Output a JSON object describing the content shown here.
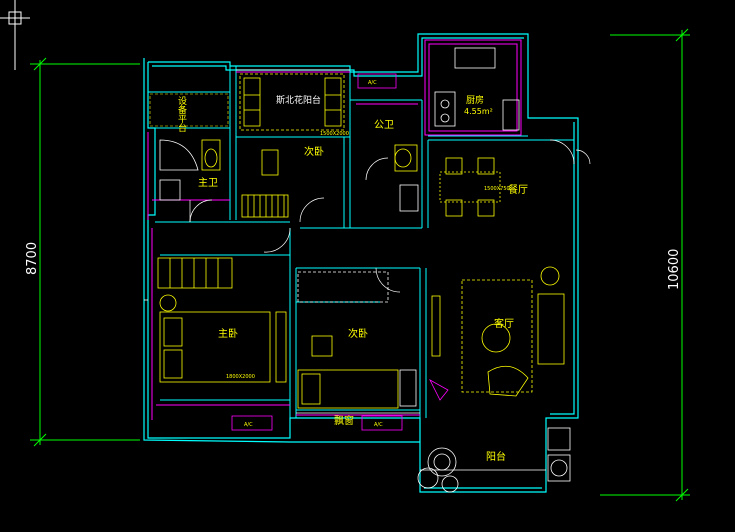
{
  "dimensions": {
    "left": "8700",
    "right": "10600"
  },
  "rooms": {
    "equipment_platform": "设备平台",
    "bunk_area": "斯北花阳台",
    "public_bath": "公卫",
    "kitchen": "厨房",
    "kitchen_area": "4.55m²",
    "master_bath": "主卫",
    "second_bed_top": "次卧",
    "dining": "餐厅",
    "master_bed": "主卧",
    "second_bed_bottom": "次卧",
    "living": "客厅",
    "balcony": "阳台",
    "bay_window": "飘窗"
  },
  "tags": {
    "bed1": "1800X2000",
    "bed2": "1500X2000",
    "dining_table": "1500X750",
    "ac": "A/C"
  },
  "colors": {
    "wall": "#00ffff",
    "furniture": "#ffff00",
    "partition": "#ff00ff",
    "dim_line": "#00ff00",
    "text": "#ffff00",
    "window": "#ffffff"
  }
}
